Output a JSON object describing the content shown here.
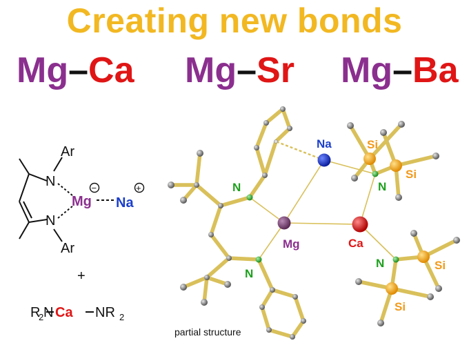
{
  "title": "Creating new bonds",
  "pairs": [
    {
      "left": "Mg",
      "dash": "–",
      "right": "Ca"
    },
    {
      "left": "Mg",
      "dash": "–",
      "right": "Sr"
    },
    {
      "left": "Mg",
      "dash": "–",
      "right": "Ba"
    }
  ],
  "scheme": {
    "ar_top": "Ar",
    "ar_bottom": "Ar",
    "n_top": "N",
    "n_bottom": "N",
    "mg": "Mg",
    "minus": "−",
    "na": "Na",
    "plus": "+",
    "add": "+",
    "amide_left": "R",
    "amide_sub1": "2",
    "amide_n1": "N",
    "amide_ca": "Ca",
    "amide_n2": "NR",
    "amide_sub2": "2"
  },
  "structure": {
    "labels": {
      "na": "Na",
      "mg": "Mg",
      "ca": "Ca",
      "n_left_top": "N",
      "n_left_bottom": "N",
      "n_right_top": "N",
      "n_right_bottom": "N",
      "si1": "Si",
      "si2": "Si",
      "si3": "Si",
      "si4": "Si"
    },
    "caption": "partial structure"
  },
  "colors": {
    "title": "#F2B822",
    "mg": "#8B2F8F",
    "red": "#E01515",
    "na": "#1B3FCC",
    "n": "#1EA01E",
    "si": "#F29A1A",
    "bond": "#D9C05A"
  }
}
